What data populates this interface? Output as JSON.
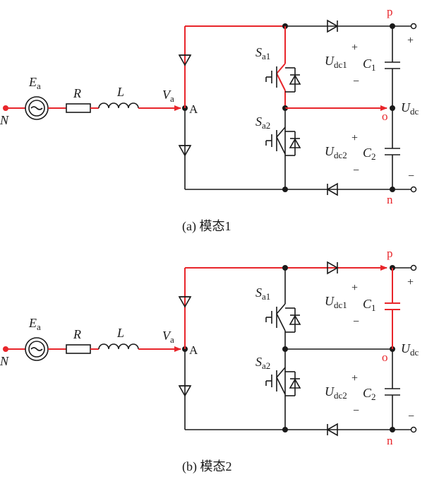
{
  "modes": [
    {
      "caption": "(a) 模态1",
      "labels": {
        "N": "N",
        "Ea_main": "E",
        "Ea_sub": "a",
        "R": "R",
        "L": "L",
        "Va_main": "V",
        "Va_sub": "a",
        "A": "A",
        "Sa1_main": "S",
        "Sa1_sub": "a1",
        "Sa2_main": "S",
        "Sa2_sub": "a2",
        "Udc1_main": "U",
        "Udc1_sub": "dc1",
        "Udc2_main": "U",
        "Udc2_sub": "dc2",
        "C1_main": "C",
        "C1_sub": "1",
        "C2_main": "C",
        "C2_sub": "2",
        "Udc_main": "U",
        "Udc_sub": "dc",
        "p": "p",
        "o": "o",
        "n": "n",
        "plus": "+",
        "minus": "−"
      }
    },
    {
      "caption": "(b) 模态2",
      "labels": {
        "N": "N",
        "Ea_main": "E",
        "Ea_sub": "a",
        "R": "R",
        "L": "L",
        "Va_main": "V",
        "Va_sub": "a",
        "A": "A",
        "Sa1_main": "S",
        "Sa1_sub": "a1",
        "Sa2_main": "S",
        "Sa2_sub": "a2",
        "Udc1_main": "U",
        "Udc1_sub": "dc1",
        "Udc2_main": "U",
        "Udc2_sub": "dc2",
        "C1_main": "C",
        "C1_sub": "1",
        "C2_main": "C",
        "C2_sub": "2",
        "Udc_main": "U",
        "Udc_sub": "dc",
        "p": "p",
        "o": "o",
        "n": "n",
        "plus": "+",
        "minus": "−"
      }
    }
  ],
  "colors": {
    "wire": "#1a1a1a",
    "current_path": "#e8262b"
  }
}
